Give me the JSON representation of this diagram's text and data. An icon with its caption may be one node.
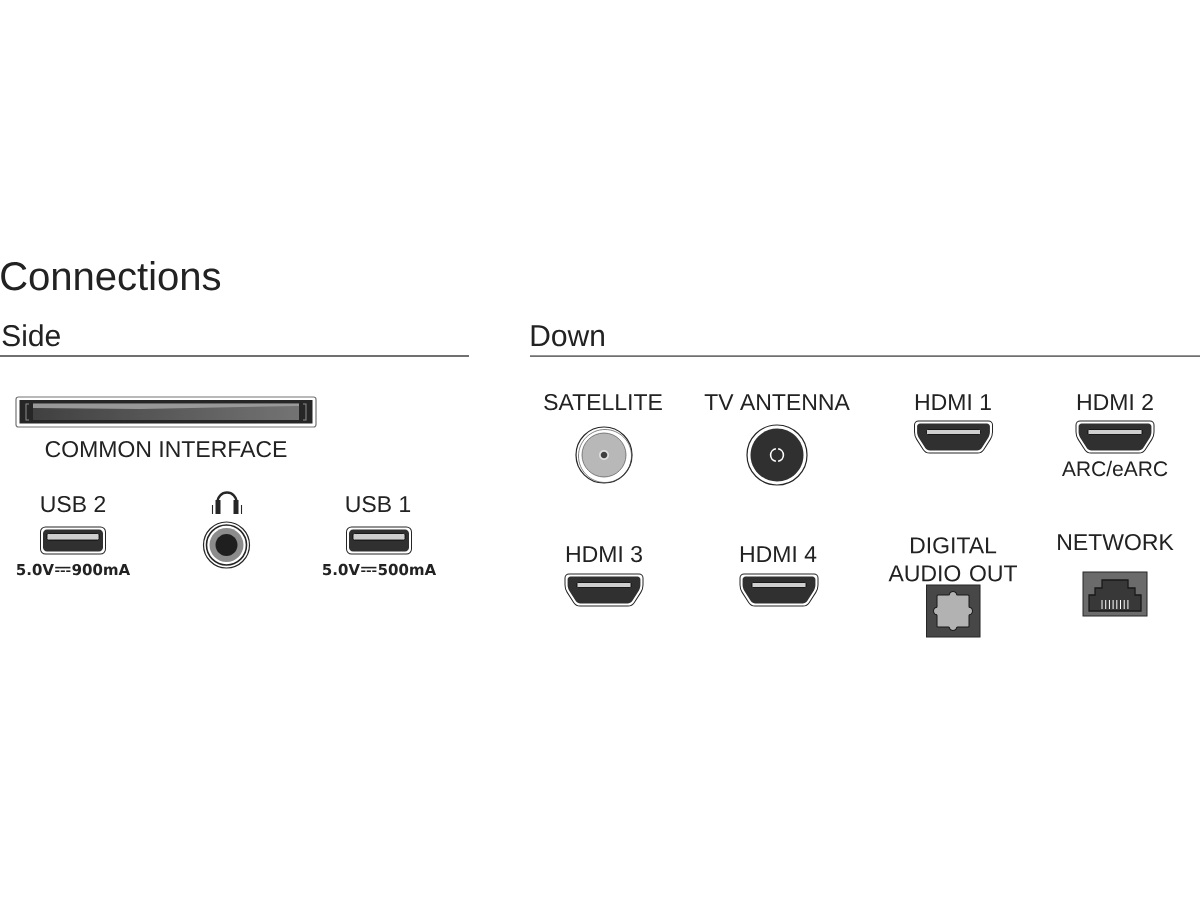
{
  "diagram": {
    "title": "Connections",
    "labels": [
      "Side",
      "COMMON INTERFACE",
      "USB 2",
      "5.0V",
      "900mA",
      "USB 1",
      "5.0V",
      "500mA",
      "Down",
      "SATELLITE",
      "TV ANTENNA",
      "HDMI 1",
      "HDMI 2",
      "ARC/eARC",
      "HDMI 3",
      "HDMI 4",
      "DIGITAL AUDIO OUT",
      "NETWORK"
    ]
  }
}
